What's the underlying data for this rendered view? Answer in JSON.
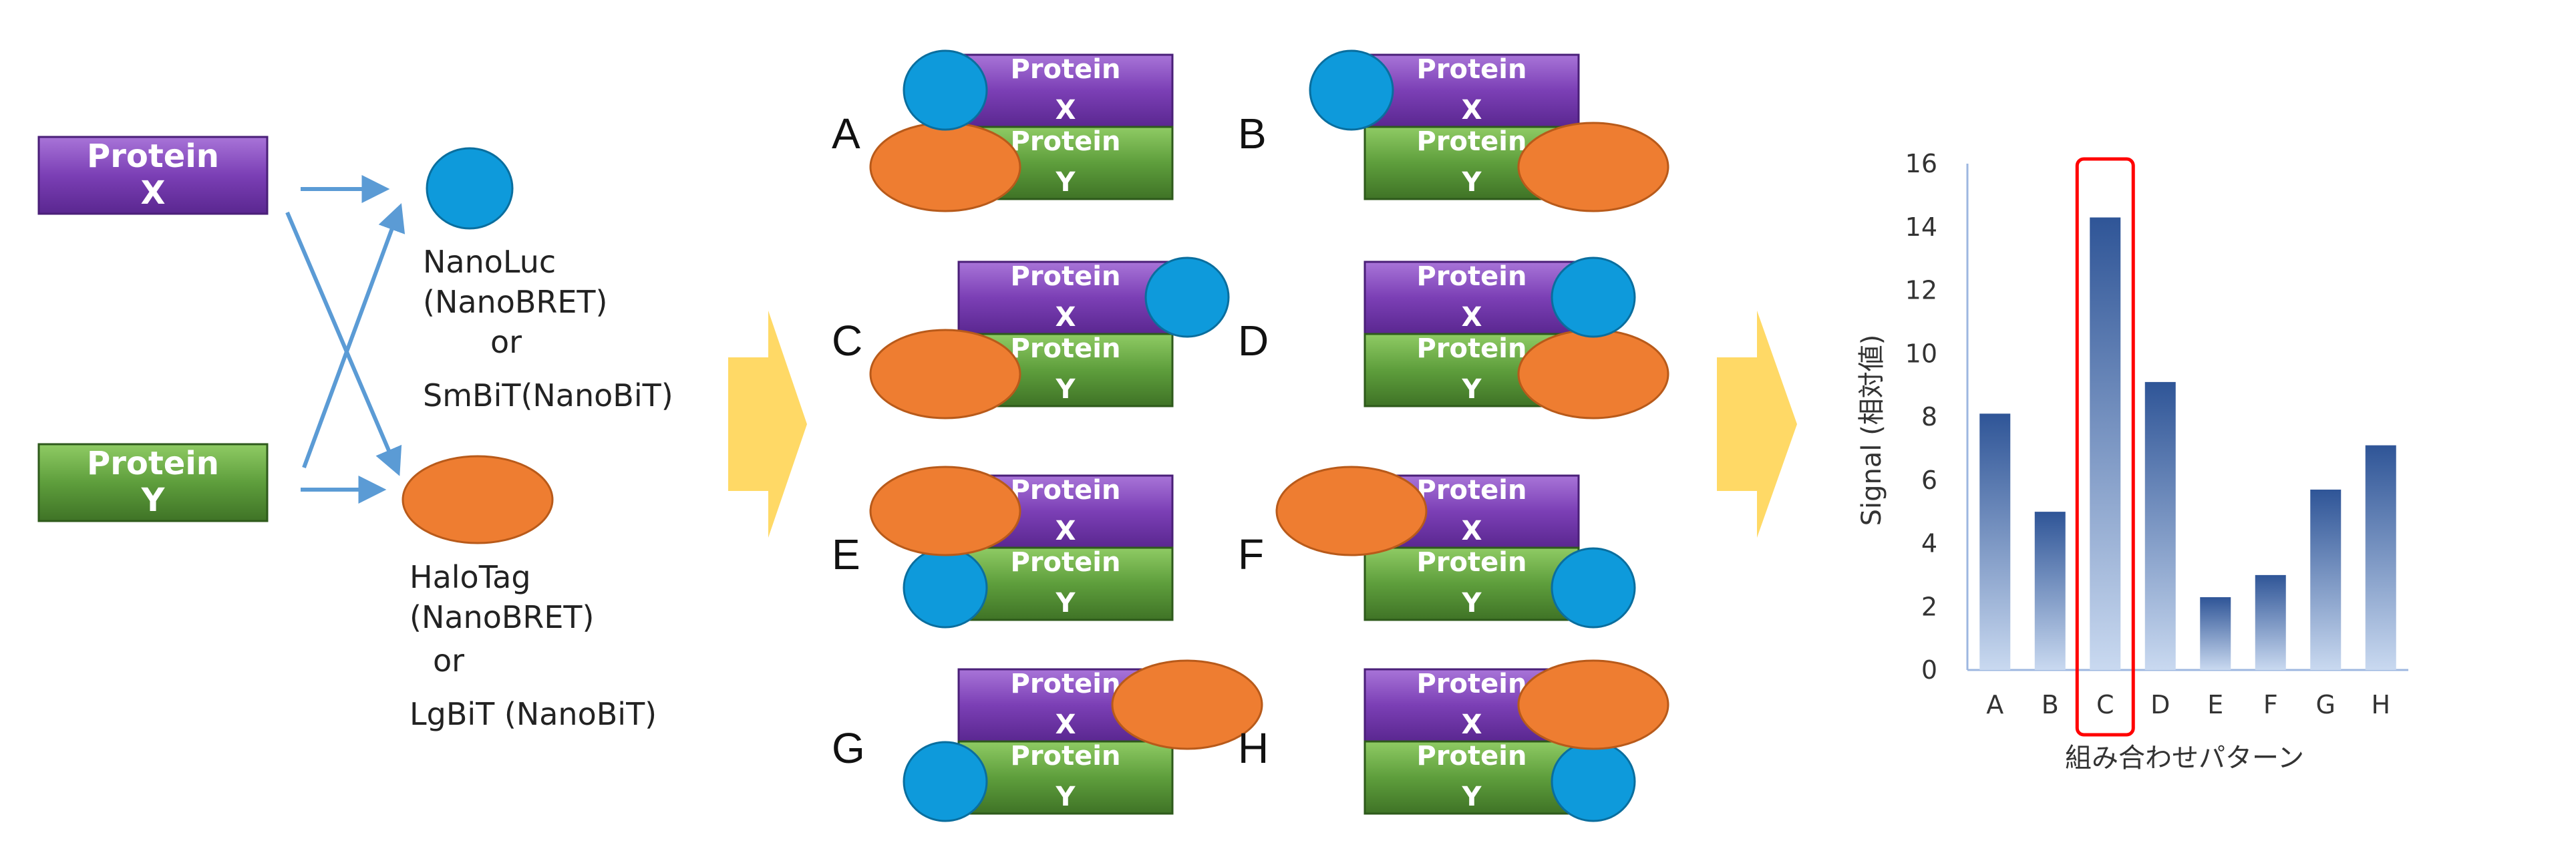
{
  "legend": {
    "protein_x": {
      "line1": "Protein",
      "line2": "X"
    },
    "protein_y": {
      "line1": "Protein",
      "line2": "Y"
    },
    "blue_tag": {
      "lines": [
        "NanoLuc",
        "(NanoBRET)",
        "or",
        "SmBiT(NanoBiT)"
      ]
    },
    "orange_tag": {
      "lines": [
        "HaloTag",
        "(NanoBRET)",
        "or",
        "LgBiT (NanoBiT)"
      ]
    }
  },
  "block_text": {
    "top1": "Protein",
    "top2": "X",
    "bot1": "Protein",
    "bot2": "Y"
  },
  "combinations": [
    {
      "letter": "A",
      "blue": "top-left",
      "orange": "bottom-left"
    },
    {
      "letter": "B",
      "blue": "top-left",
      "orange": "bottom-right"
    },
    {
      "letter": "C",
      "blue": "top-right",
      "orange": "bottom-left"
    },
    {
      "letter": "D",
      "blue": "top-right",
      "orange": "bottom-right"
    },
    {
      "letter": "E",
      "blue": "bottom-left",
      "orange": "top-left"
    },
    {
      "letter": "F",
      "blue": "bottom-right",
      "orange": "top-left"
    },
    {
      "letter": "G",
      "blue": "bottom-left",
      "orange": "top-right"
    },
    {
      "letter": "H",
      "blue": "bottom-right",
      "orange": "top-right"
    }
  ],
  "colors": {
    "protein_x": "#7B3FB5",
    "protein_y": "#5E9E3C",
    "blue_tag": "#0E9ADB",
    "orange_tag": "#EE7D31",
    "arrow_lines": "#5B9BD5",
    "big_arrow": "#FFD966",
    "bar_top": "#2F5597",
    "bar_bottom": "#C9D9F0",
    "highlight": "#FF0000"
  },
  "chart_data": {
    "type": "bar",
    "categories": [
      "A",
      "B",
      "C",
      "D",
      "E",
      "F",
      "G",
      "H"
    ],
    "values": [
      8.1,
      5.0,
      14.3,
      9.1,
      2.3,
      3.0,
      5.7,
      7.1
    ],
    "ylabel": "Signal (相対値)",
    "xlabel": "組み合わせパターン",
    "ylim": [
      0,
      16
    ],
    "yticks": [
      0,
      2,
      4,
      6,
      8,
      10,
      12,
      14,
      16
    ],
    "grid": false,
    "highlight_category": "C"
  }
}
